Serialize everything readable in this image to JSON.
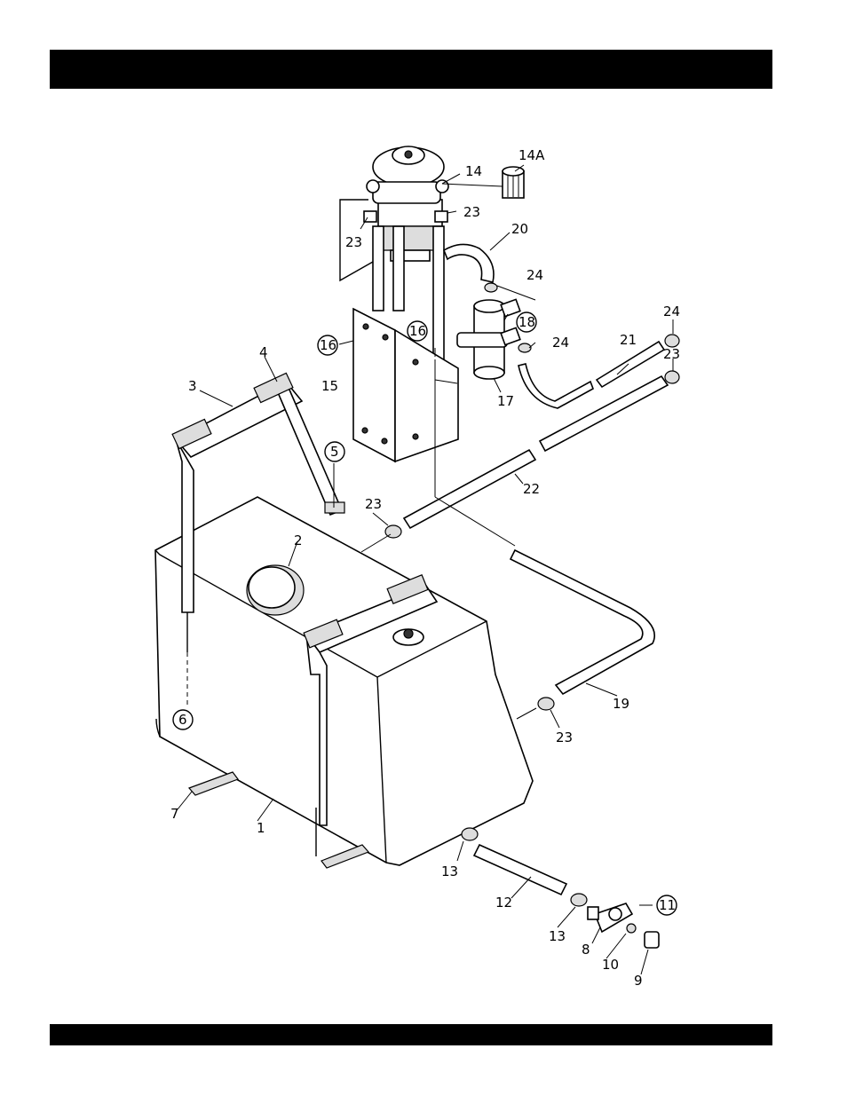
{
  "header": {
    "title": ""
  },
  "footer": {
    "text": ""
  },
  "diagram": {
    "callouts": {
      "c1": "1",
      "c2": "2",
      "c3": "3",
      "c4": "4",
      "c5": "5",
      "c6": "6",
      "c7": "7",
      "c8": "8",
      "c9": "9",
      "c10": "10",
      "c11": "11",
      "c12": "12",
      "c13a": "13",
      "c13b": "13",
      "c14": "14",
      "c14a": "14A",
      "c15": "15",
      "c16a": "16",
      "c16b": "16",
      "c17": "17",
      "c18": "18",
      "c19": "19",
      "c20": "20",
      "c21": "21",
      "c22": "22",
      "c23a": "23",
      "c23b": "23",
      "c23c": "23",
      "c23d": "23",
      "c23e": "23",
      "c24a": "24",
      "c24b": "24",
      "c24c": "24"
    }
  }
}
